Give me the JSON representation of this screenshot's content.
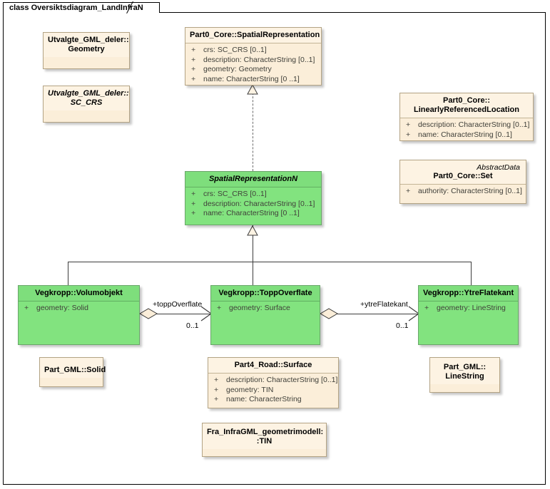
{
  "diagram": {
    "tab_label": "class Oversiktsdiagram_LandInfraN",
    "colors": {
      "tan_fill": "#fbeed9",
      "tan_header": "#fdf3e3",
      "tan_border": "#b3a384",
      "green_fill": "#82e37f",
      "green_header": "#7ede7c",
      "green_border": "#62b062",
      "line": "#3c3c3c",
      "dashed_line": "#6b6b6b",
      "attr_text": "#40403a"
    }
  },
  "classes": {
    "geometry": {
      "package": "Utvalgte_GML_deler::",
      "name": "Geometry"
    },
    "sc_crs": {
      "package": "Utvalgte_GML_deler::",
      "name": "SC_CRS"
    },
    "spatial_representation": {
      "title": "Part0_Core::SpatialRepresentation",
      "attributes": [
        {
          "visibility": "+",
          "text": "crs: SC_CRS [0..1]"
        },
        {
          "visibility": "+",
          "text": "description: CharacterString [0..1]"
        },
        {
          "visibility": "+",
          "text": "geometry: Geometry"
        },
        {
          "visibility": "+",
          "text": "name: CharacterString [0 ..1]"
        }
      ]
    },
    "linearly_referenced_location": {
      "package": "Part0_Core::",
      "name": "LinearlyReferencedLocation",
      "attributes": [
        {
          "visibility": "+",
          "text": "description: CharacterString [0..1]"
        },
        {
          "visibility": "+",
          "text": "name: CharacterString [0..1]"
        }
      ]
    },
    "set": {
      "stereotype": "AbstractData",
      "title": "Part0_Core::Set",
      "attributes": [
        {
          "visibility": "+",
          "text": "authority: CharacterString [0..1]"
        }
      ]
    },
    "spatial_representation_n": {
      "title": "SpatialRepresentationN",
      "attributes": [
        {
          "visibility": "+",
          "text": "crs: SC_CRS [0..1]"
        },
        {
          "visibility": "+",
          "text": "description: CharacterString [0..1]"
        },
        {
          "visibility": "+",
          "text": "name: CharacterString [0 ..1]"
        }
      ]
    },
    "volumobjekt": {
      "title": "Vegkropp::Volumobjekt",
      "attributes": [
        {
          "visibility": "+",
          "text": "geometry: Solid"
        }
      ]
    },
    "topp_overflate": {
      "title": "Vegkropp::ToppOverflate",
      "attributes": [
        {
          "visibility": "+",
          "text": "geometry: Surface"
        }
      ]
    },
    "ytre_flatekant": {
      "title": "Vegkropp::YtreFlatekant",
      "attributes": [
        {
          "visibility": "+",
          "text": "geometry: LineString"
        }
      ]
    },
    "gml_solid": {
      "title": "Part_GML::Solid"
    },
    "part4_road_surface": {
      "title": "Part4_Road::Surface",
      "attributes": [
        {
          "visibility": "+",
          "text": "description: CharacterString [0..1]"
        },
        {
          "visibility": "+",
          "text": "geometry: TIN"
        },
        {
          "visibility": "+",
          "text": "name: CharacterString"
        }
      ]
    },
    "gml_linestring": {
      "package": "Part_GML::",
      "name": "LineString"
    },
    "infragml_tin": {
      "package": "Fra_InfraGML_geometrimodell:",
      "name": ":TIN"
    }
  },
  "edges": {
    "topp_overflate_role": "+toppOverflate",
    "topp_overflate_mult": "0..1",
    "ytre_flatekant_role": "+ytreFlatekant",
    "ytre_flatekant_mult": "0..1"
  }
}
